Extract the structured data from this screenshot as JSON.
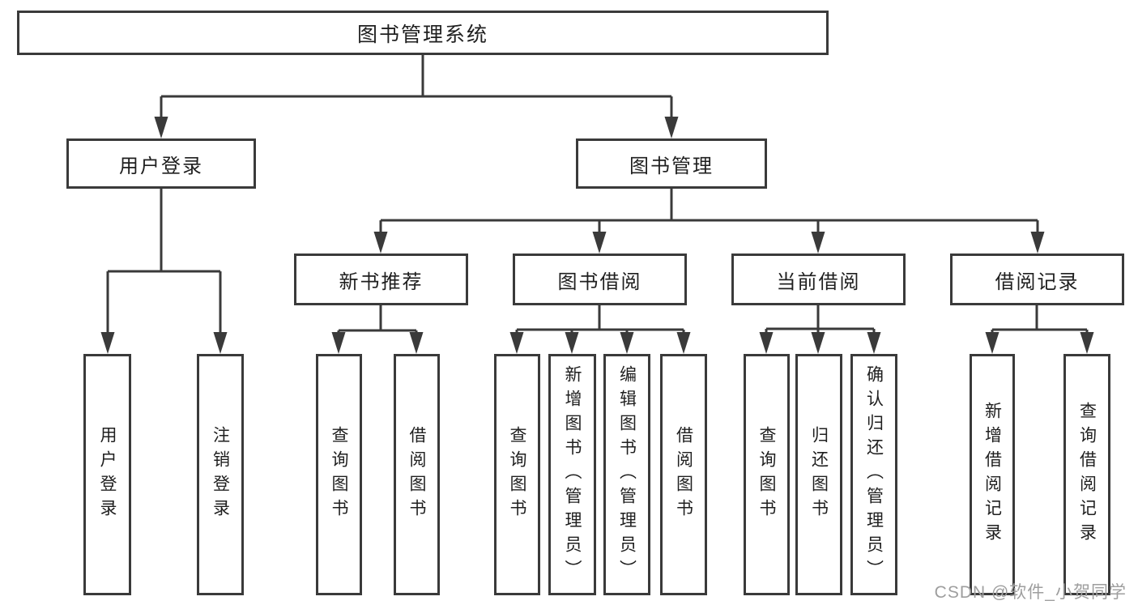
{
  "diagram_title": "图书管理系统",
  "nodes": {
    "root": {
      "label": "图书管理系统"
    },
    "level2": [
      {
        "label": "用户登录"
      },
      {
        "label": "图书管理"
      }
    ],
    "level3": [
      {
        "label": "新书推荐"
      },
      {
        "label": "图书借阅"
      },
      {
        "label": "当前借阅"
      },
      {
        "label": "借阅记录"
      }
    ],
    "leaves_user_login": [
      {
        "label": "用户登录"
      },
      {
        "label": "注销登录"
      }
    ],
    "leaves_new_book": [
      {
        "label": "查询图书"
      },
      {
        "label": "借阅图书"
      }
    ],
    "leaves_book_borrow": [
      {
        "label": "查询图书"
      },
      {
        "label": "新增图书（管理员）"
      },
      {
        "label": "编辑图书（管理员）"
      },
      {
        "label": "借阅图书"
      }
    ],
    "leaves_current_borrow": [
      {
        "label": "查询图书"
      },
      {
        "label": "归还图书"
      },
      {
        "label": "确认归还（管理员）"
      }
    ],
    "leaves_borrow_records": [
      {
        "label": "新增借阅记录"
      },
      {
        "label": "查询借阅记录"
      }
    ]
  },
  "watermark": "CSDN @软件_小贺同学",
  "colors": {
    "line": "#3a3a3a",
    "text": "#1f1f1f",
    "background": "#ffffff",
    "watermark": "#9e9e9e"
  }
}
